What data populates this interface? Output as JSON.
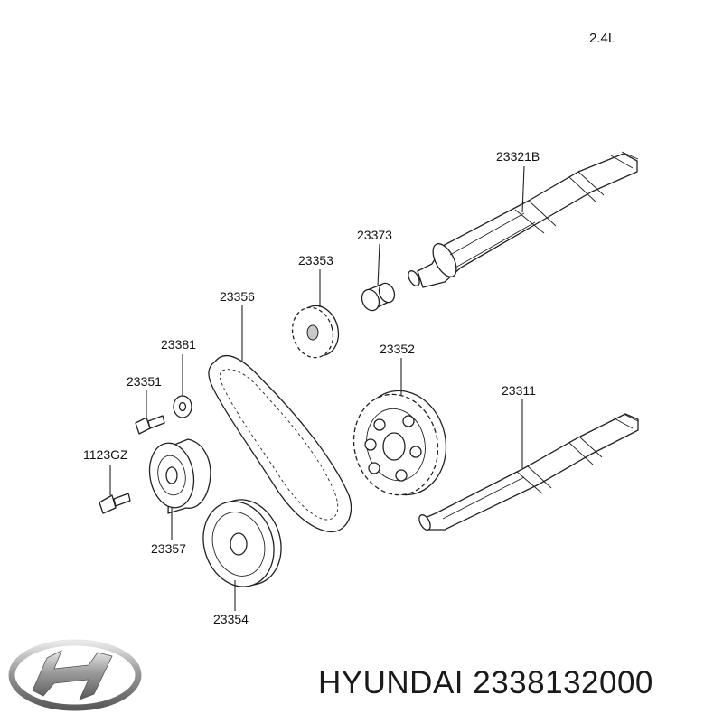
{
  "diagram": {
    "variant_label": "2.4L",
    "parts": [
      {
        "id": "p23321B",
        "label": "23321B"
      },
      {
        "id": "p23373",
        "label": "23373"
      },
      {
        "id": "p23353",
        "label": "23353"
      },
      {
        "id": "p23356",
        "label": "23356"
      },
      {
        "id": "p23381",
        "label": "23381"
      },
      {
        "id": "p23352",
        "label": "23352"
      },
      {
        "id": "p23351",
        "label": "23351"
      },
      {
        "id": "p23311",
        "label": "23311"
      },
      {
        "id": "p1123GZ",
        "label": "1123GZ"
      },
      {
        "id": "p23357",
        "label": "23357"
      },
      {
        "id": "p23354",
        "label": "23354"
      }
    ]
  },
  "brand": {
    "caption": "HYUNDAI 2338132000",
    "logo_icon": "hyundai-logo-icon"
  }
}
